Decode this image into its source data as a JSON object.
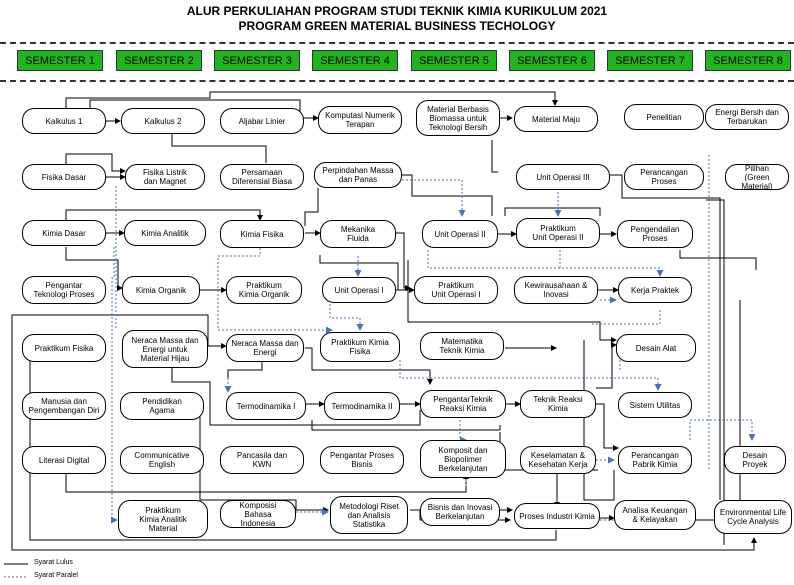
{
  "header": {
    "title_line1": "ALUR PERKULIAHAN PROGRAM STUDI TEKNIK KIMIA KURIKULUM 2021",
    "title_line2": "PROGRAM GREEN MATERIAL BUSINESS TECHOLOGY"
  },
  "semesters": [
    "SEMESTER 1",
    "SEMESTER 2",
    "SEMESTER 3",
    "SEMESTER 4",
    "SEMESTER 5",
    "SEMESTER 6",
    "SEMESTER 7",
    "SEMESTER 8"
  ],
  "semester_color": "#1fb51f",
  "courses": {
    "kalkulus1": "Kalkulus 1",
    "kalkulus2": "Kalkulus 2",
    "aljabar": "Aljabar Linier",
    "komputasi": "Komputasi Numerik\nTerapan",
    "biomassa": "Material Berbasis\nBiomassa untuk\nTeknologi Bersih",
    "materialmaju": "Material Maju",
    "penelitian": "Penelitian",
    "energibersih": "Energi Bersih dan\nTerbarukan",
    "fisikadasar": "Fisika Dasar",
    "fisikalistrik": "Fisika Listrik\ndan Magnet",
    "persamaan": "Persamaan\nDiferensial Biasa",
    "perpindahan": "Perpindahan Massa\ndan Panas",
    "uo3": "Unit Operasi III",
    "perancanganproses": "Perancangan\nProses",
    "pilihan": "Pilihan\n(Green Material)",
    "kimiadasar": "Kimia Dasar",
    "kimiaanalitik": "Kimia Analitik",
    "kimiafisika": "Kimia Fisika",
    "mekflu": "Mekanika\nFluida",
    "uo2": "Unit Operasi II",
    "puo2": "Praktikum\nUnit Operasi II",
    "pengendalian": "Pengendalian\nProses",
    "ptp": "Pengantar\nTeknologi Proses",
    "kimiaorganik": "Kimia Organik",
    "pko": "Praktikum\nKimia Organik",
    "uo1": "Unit Operasi I",
    "puo1": "Praktikum\nUnit Operasi I",
    "kewirausahaan": "Kewirausahaan &\nInovasi",
    "kp": "Kerja Praktek",
    "praktikumfisika": "Praktikum Fisika",
    "neraca1": "Neraca Massa dan\nEnergi untuk\nMaterial Hijau",
    "neraca2": "Neraca Massa dan\nEnergi",
    "pkf": "Praktikum Kimia\nFisika",
    "matek": "Matematika\nTeknik Kimia",
    "desainalat": "Desain Alat",
    "manusia": "Manusia dan\nPengembangan Diri",
    "agama": "Pendidikan\nAgama",
    "termo1": "Termodinamika I",
    "termo2": "Termodinamika II",
    "ptrk": "PengantarTeknik\nReaksi Kimia",
    "trk": "Teknik Reaksi\nKimia",
    "utilitas": "Sistem Utilitas",
    "literasi": "Literasi Digital",
    "english": "Communicative\nEnglish",
    "pancasila": "Pancasila dan\nKWN",
    "ppb": "Pengantar Proses\nBisnis",
    "komposit": "Komposit dan\nBiopolimer\nBerkelanjutan",
    "k3": "Keselamatan &\nKesehatan Kerja",
    "ppk": "Perancangan\nPabrik Kimia",
    "desainproyek": "Desain Proyek",
    "pkam": "Praktikum\nKimia Analitik\nMaterial",
    "kbi": "Komposisi Bahasa\nIndonesia",
    "metodologi": "Metodologi Riset\ndan Analisis\nStatistika",
    "bisnis": "Bisnis dan Inovasi\nBerkelanjutan",
    "pik": "Proses Industri Kimia",
    "analisa": "Analisa Keuangan\n& Kelayakan",
    "lifecycle": "Environmental Life\nCycle Analysis"
  },
  "legend": {
    "solid_label": "Syarat Lulus",
    "dashed_label": "Syarat Paralel"
  },
  "colors": {
    "solid_line": "#000000",
    "dashed_line": "#4a72b0",
    "arrow_blue": "#4a72b0"
  }
}
